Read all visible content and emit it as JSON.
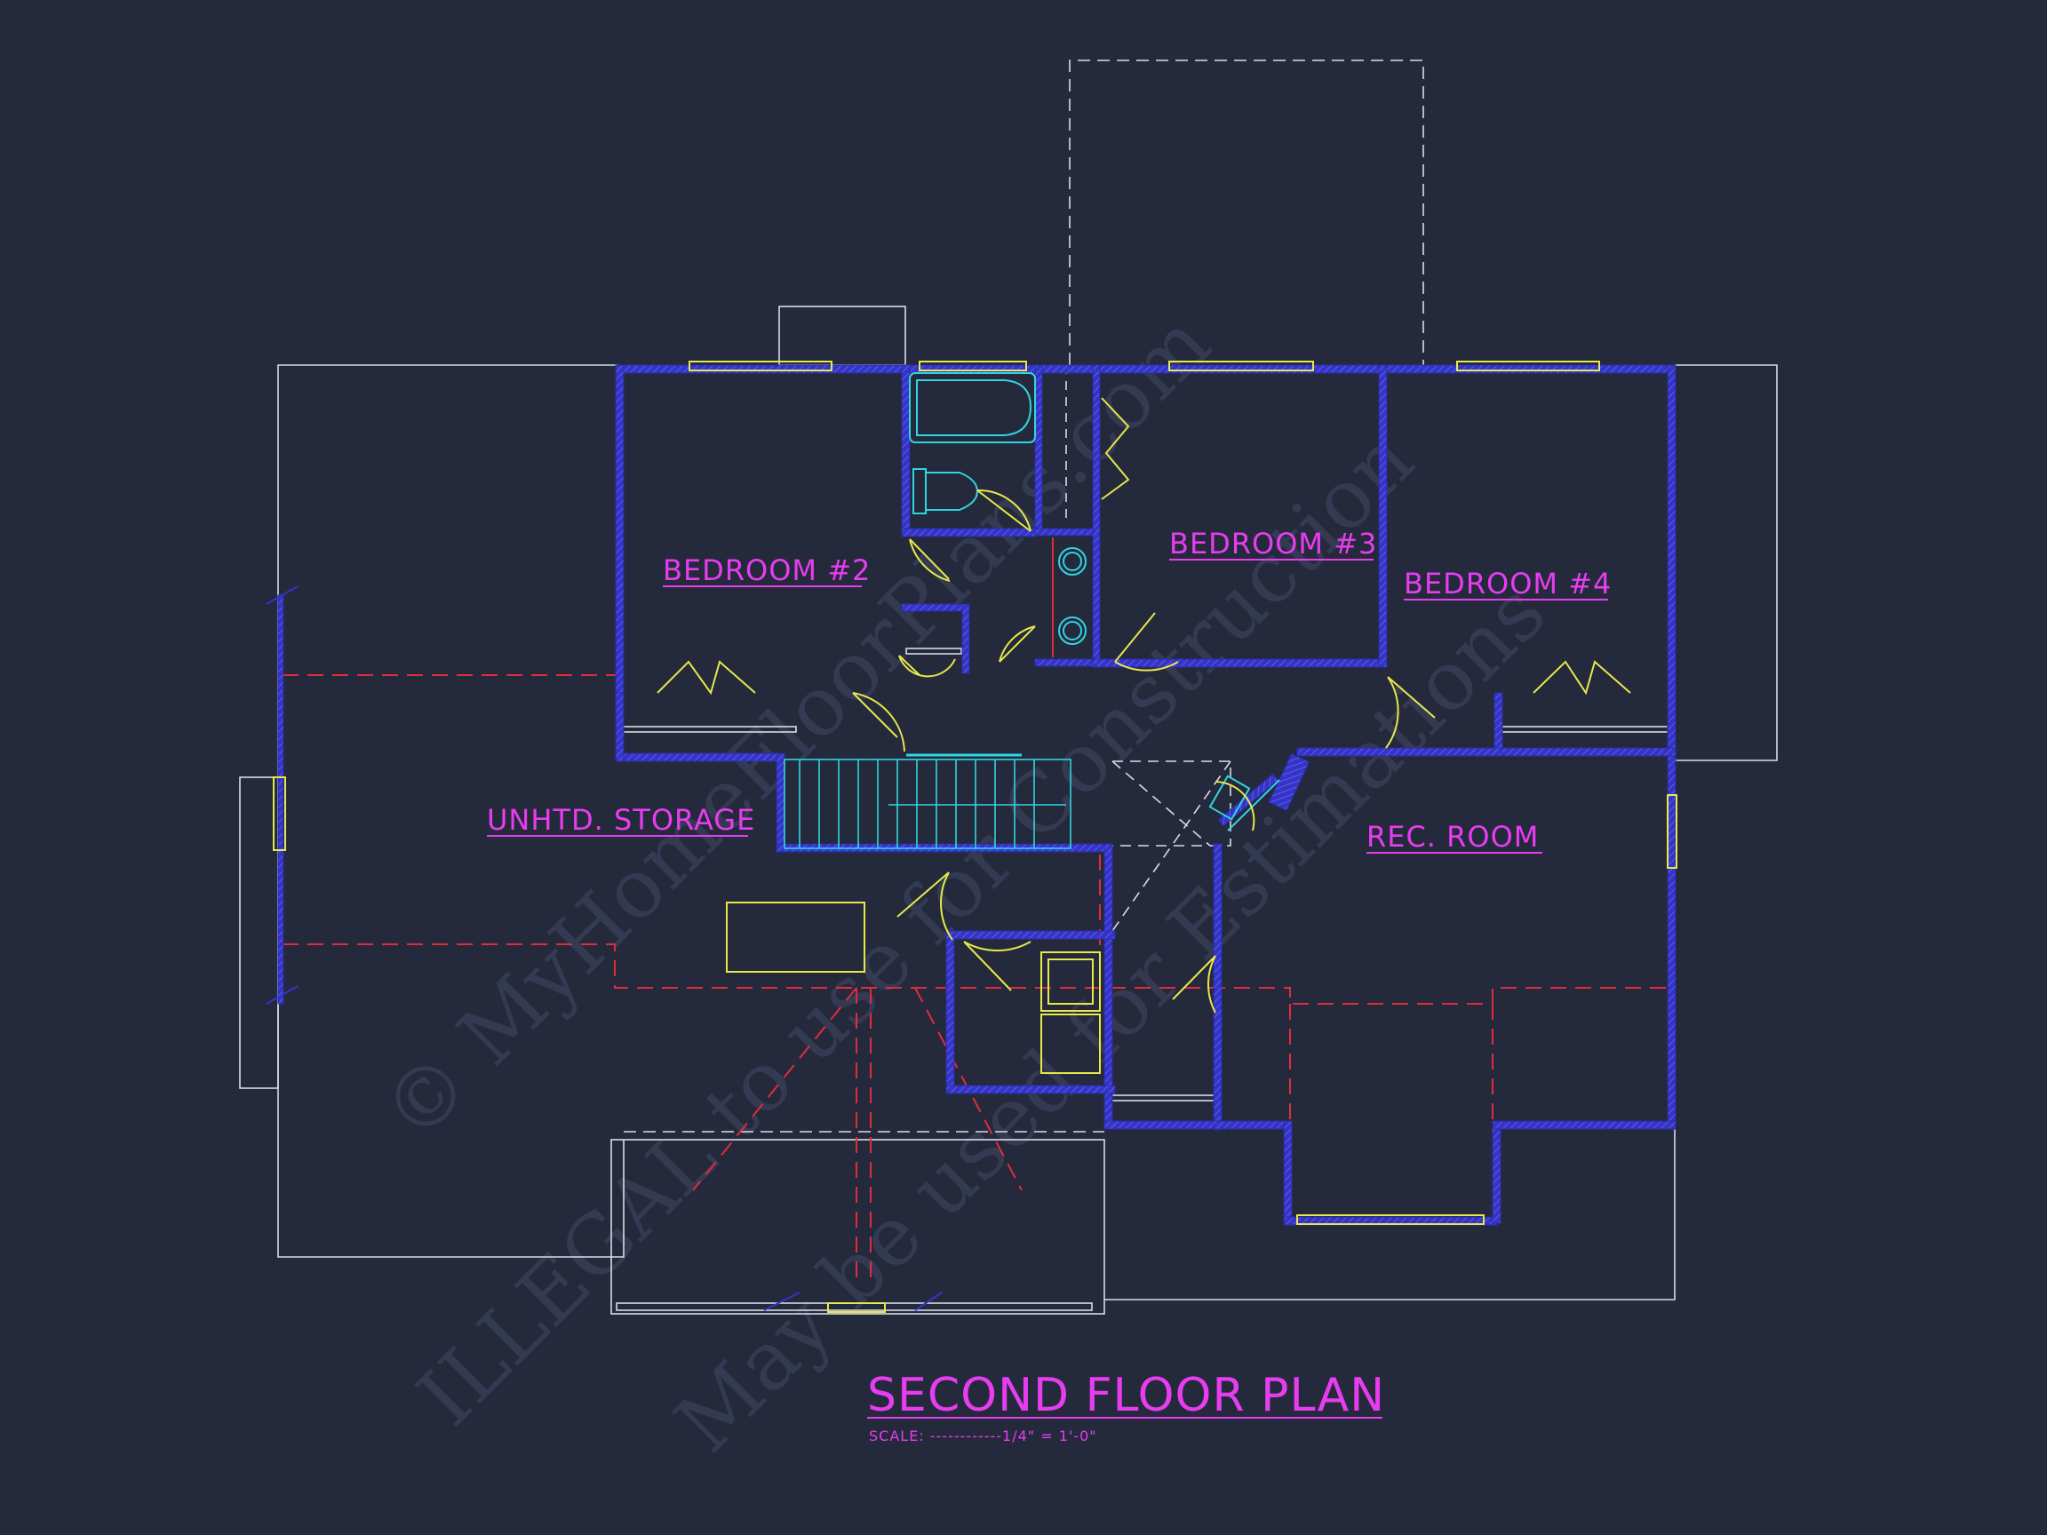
{
  "plan": {
    "title": "SECOND FLOOR PLAN",
    "scale_text": "SCALE: ------------1/4\" = 1'-0\""
  },
  "rooms": {
    "bedroom2": "BEDROOM #2",
    "bedroom3": "BEDROOM #3",
    "bedroom4": "BEDROOM #4",
    "storage": "UNHTD. STORAGE",
    "rec_room": "REC. ROOM"
  },
  "watermark": {
    "line1": "© MyHomeFloorPlans.com",
    "line2": "ILLEGAL to use for Construction",
    "line3": "May be used for Estimations"
  },
  "colors": {
    "background": "#242a3c",
    "wall": "#3434c8",
    "label": "#e83cf0",
    "fixture": "#e8e84a",
    "plumbing": "#2fd6e0",
    "roofline": "#e02c3c",
    "outline": "#d8dce6"
  }
}
